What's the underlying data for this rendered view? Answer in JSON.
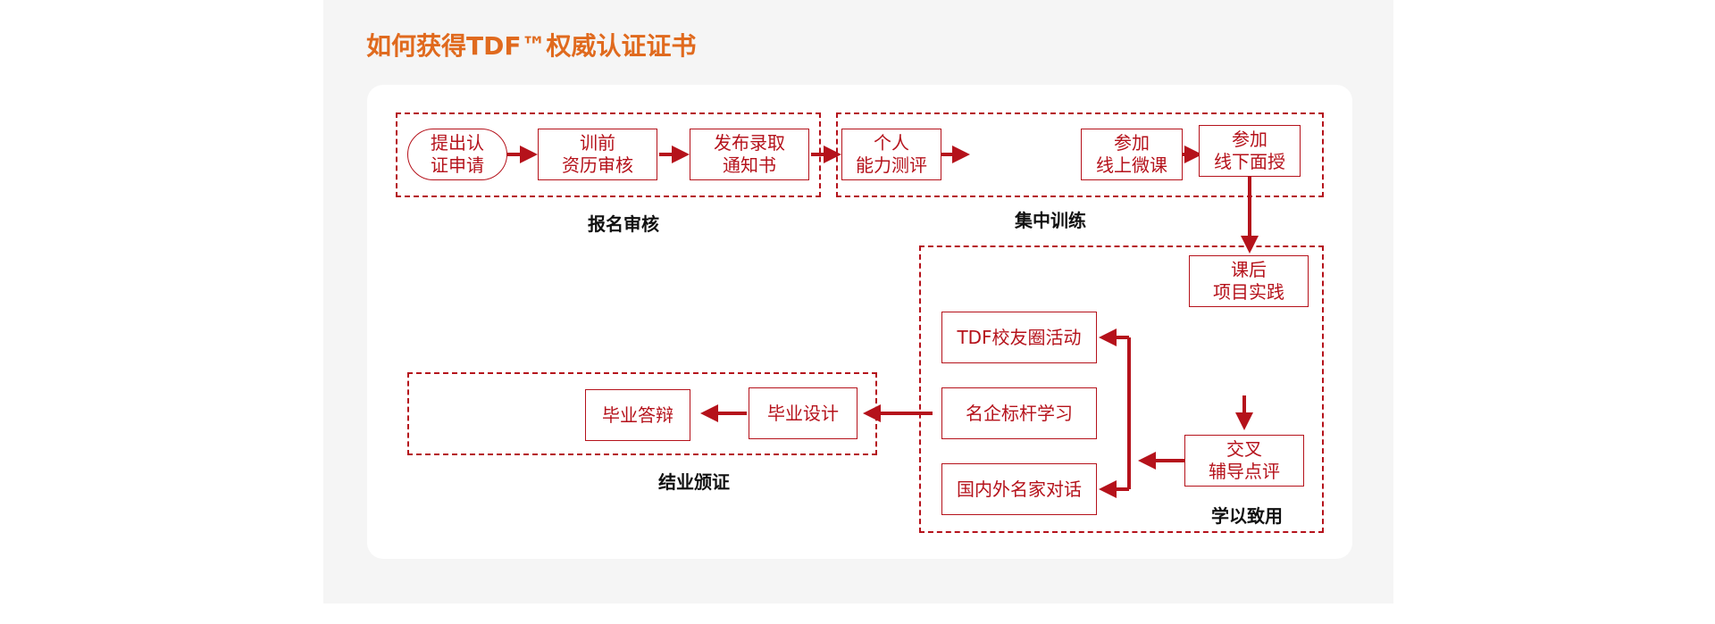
{
  "title": "如何获得TDF™权威认证证书",
  "groups": {
    "signup": "报名审核",
    "training": "集中训练",
    "apply": "学以致用",
    "graduate": "结业颁证"
  },
  "steps": {
    "s1": "提出认\n证申请",
    "s2": "训前\n资历审核",
    "s3": "发布录取\n通知书",
    "s4": "个人\n能力测评",
    "s5": "参加\n线上微课",
    "s6": "参加\n线下面授",
    "s7": "课后\n项目实践",
    "s8": "TDF校友圈活动",
    "s9": "名企标杆学习",
    "s10": "国内外名家对话",
    "s11": "交叉\n辅导点评",
    "s12": "毕业设计",
    "s13": "毕业答辩"
  },
  "colors": {
    "accent": "#b5121b",
    "title": "#e06a1e"
  }
}
